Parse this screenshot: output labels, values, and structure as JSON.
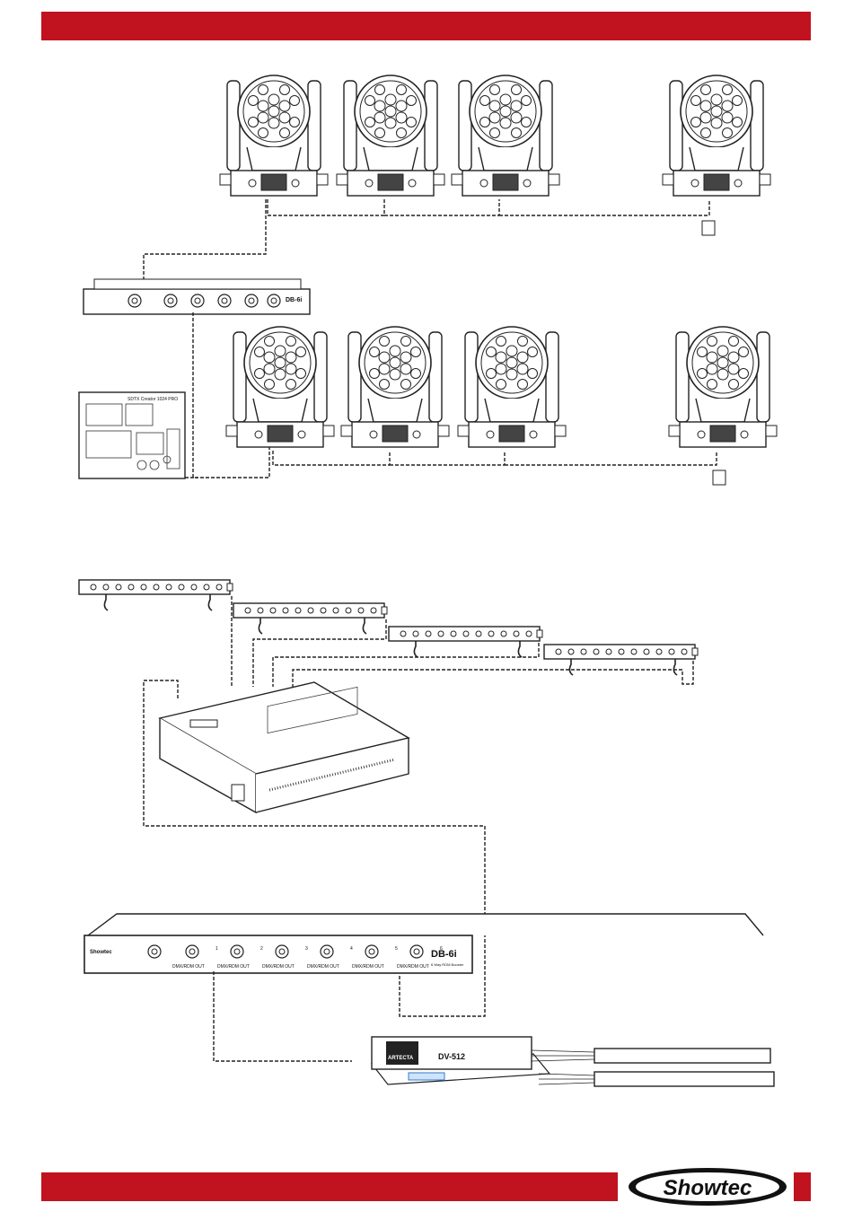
{
  "page": {
    "colors": {
      "accent": "#c1121f",
      "line": "#222222"
    }
  },
  "diagram1": {
    "row1_heads": 4,
    "row2_heads": 4,
    "splitter": {
      "label": "DB-6i"
    },
    "controller": {
      "label": "SDTX Creator 1024 PRO"
    }
  },
  "diagram2": {
    "bars": 4,
    "splitter": {
      "brand": "Showtec",
      "model": "DB-6i",
      "subtitle": "6 Way RDM Booster",
      "port_label": "DMX/RDM OUT",
      "port_numbers": [
        "1",
        "2",
        "3",
        "4",
        "5",
        "6"
      ]
    },
    "driver": {
      "brand": "ARTECTA",
      "model": "DV-512"
    }
  },
  "footer": {
    "logo_text": "Showtec"
  }
}
